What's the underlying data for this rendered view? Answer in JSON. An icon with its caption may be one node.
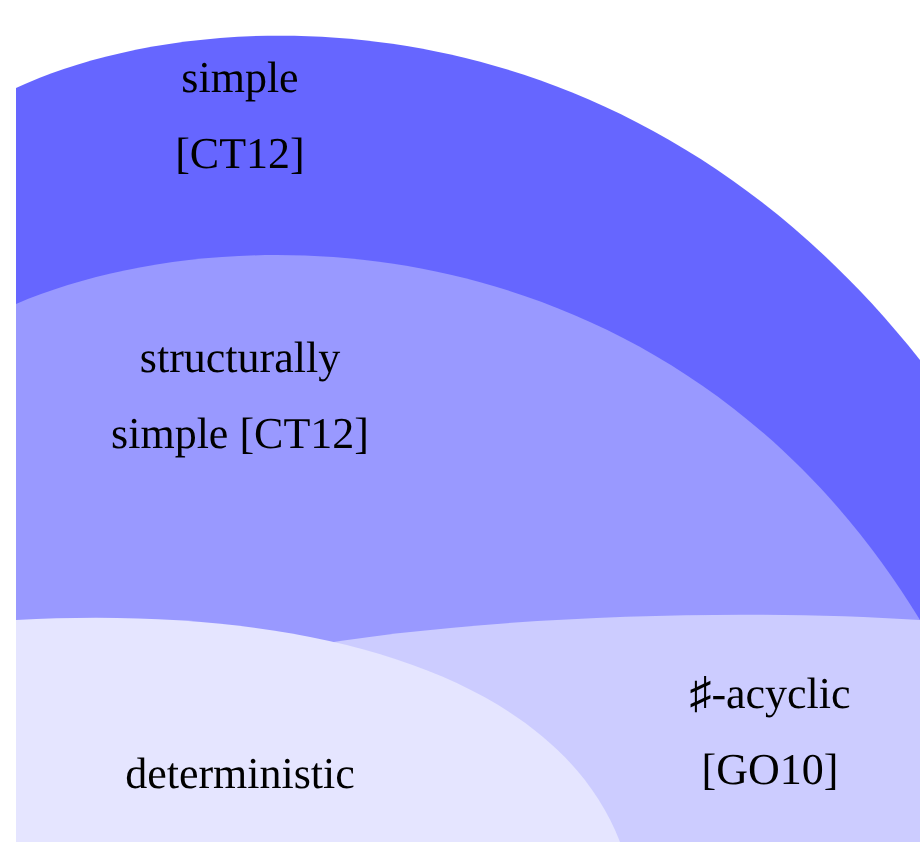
{
  "diagram": {
    "nodes": [
      {
        "text": [
          "simple [CT12]"
        ]
      },
      {
        "text": [
          "structurally simple [CT12]"
        ],
        "in": 0
      },
      {
        "text": [
          "♯-acyclic [GO10]"
        ],
        "in": 1
      },
      {
        "text": [
          "deterministic"
        ],
        "in": 1
      }
    ]
  }
}
